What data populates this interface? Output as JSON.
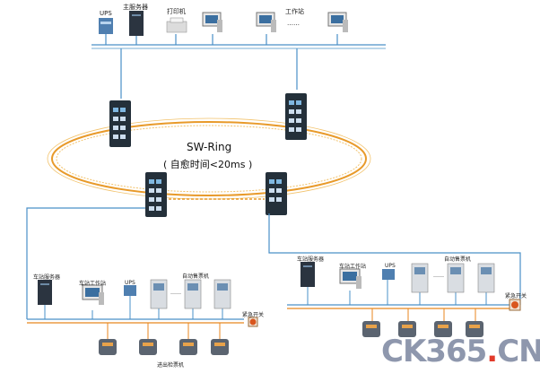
{
  "top": {
    "ups": "UPS",
    "main_server": "主服务器",
    "printer": "打印机",
    "workstation": "工作站",
    "dots": "……"
  },
  "ring": {
    "title": "SW-Ring",
    "subtitle": "( 自愈时间<20ms )"
  },
  "left_station": {
    "server": "车站服务器",
    "workstation": "车站工作站",
    "ups": "UPS",
    "ticket_machine": "自动售票机",
    "emergency": "紧急开关",
    "gate": "进出检票机",
    "dots": "……"
  },
  "right_station": {
    "server": "车站服务器",
    "workstation": "车站工作站",
    "ups": "UPS",
    "ticket_machine": "自动售票机",
    "emergency": "紧急开关",
    "dots": "……"
  },
  "watermark": {
    "brand_a": "CK365",
    "brand_dot": ".",
    "brand_b": "CN"
  },
  "colors": {
    "network_blue": "#4a90c8",
    "ring_orange": "#e89a2a",
    "switch_dark": "#24303a",
    "orange_line": "#e8861e"
  }
}
